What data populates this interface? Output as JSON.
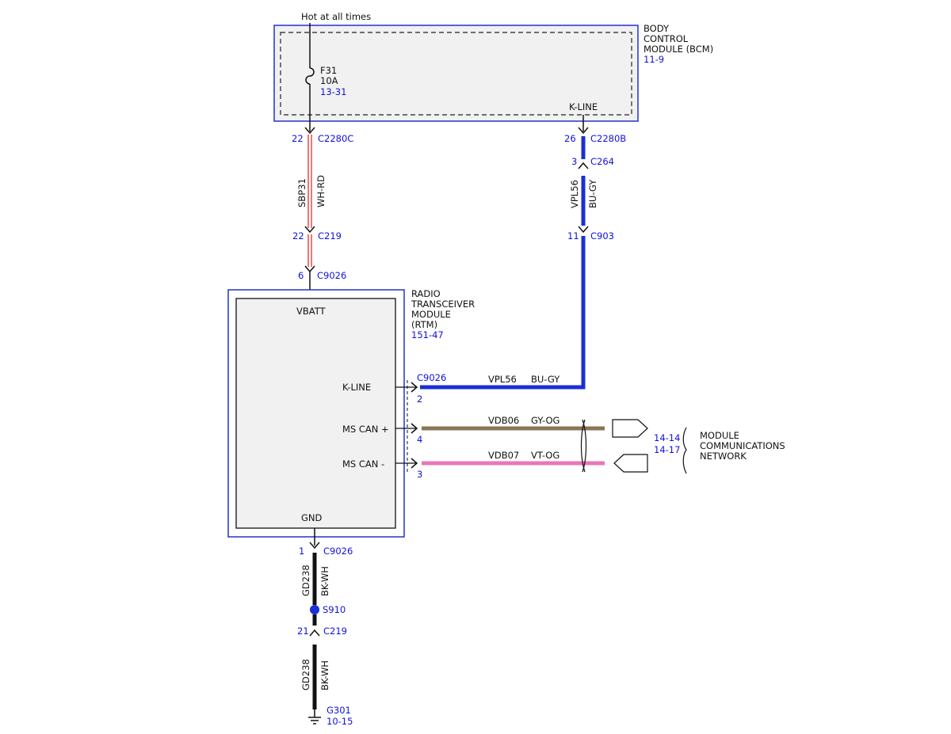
{
  "colors": {
    "blue": "#1111dd",
    "wire_blue": "#1a2fd6",
    "wire_red": "#e02020",
    "wire_brown": "#8a7557",
    "wire_pink": "#e878b8",
    "wire_black": "#111111",
    "module_fill": "#f1f1f1",
    "module_border_blue": "#2233cc"
  },
  "icons": [
    "fuse-icon",
    "connector-arrow-icon",
    "splice-dot-icon",
    "ground-icon",
    "twisted-pair-icon",
    "network-bracket-icon"
  ],
  "top_label": "Hot at all times",
  "bcm": {
    "lines": [
      "BODY",
      "CONTROL",
      "MODULE (BCM)"
    ],
    "ref": "11-9",
    "kline": "K-LINE"
  },
  "fuse": {
    "name": "F31",
    "rating": "10A",
    "ref": "13-31"
  },
  "connectors": {
    "c2280c": {
      "pin": "22",
      "name": "C2280C"
    },
    "c219_top": {
      "pin": "22",
      "name": "C219"
    },
    "c9026_vbatt": {
      "pin": "6",
      "name": "C9026"
    },
    "c2280b": {
      "pin": "26",
      "name": "C2280B"
    },
    "c264": {
      "pin": "3",
      "name": "C264"
    },
    "c903": {
      "pin": "11",
      "name": "C903"
    },
    "c9026_rtm": {
      "name": "C9026",
      "pin_kline": "2",
      "pin_can_plus": "4",
      "pin_can_minus": "3"
    },
    "c9026_gnd": {
      "pin": "1",
      "name": "C9026"
    },
    "c219_bottom": {
      "pin": "21",
      "name": "C219"
    }
  },
  "wires": {
    "sbp31": {
      "circuit": "SBP31",
      "color": "WH-RD"
    },
    "vpl56_vert": {
      "circuit": "VPL56",
      "color": "BU-GY"
    },
    "vpl56_horiz": {
      "circuit": "VPL56",
      "color": "BU-GY"
    },
    "vdb06": {
      "circuit": "VDB06",
      "color": "GY-OG"
    },
    "vdb07": {
      "circuit": "VDB07",
      "color": "VT-OG"
    },
    "gd238_upper": {
      "circuit": "GD238",
      "color": "BK-WH"
    },
    "gd238_lower": {
      "circuit": "GD238",
      "color": "BK-WH"
    }
  },
  "rtm": {
    "lines": [
      "RADIO",
      "TRANSCEIVER",
      "MODULE",
      "(RTM)"
    ],
    "ref": "151-47",
    "pins": {
      "vbatt": "VBATT",
      "kline": "K-LINE",
      "can_plus": "MS CAN +",
      "can_minus": "MS CAN -",
      "gnd": "GND"
    }
  },
  "network": {
    "refs": [
      "14-14",
      "14-17"
    ],
    "lines": [
      "MODULE",
      "COMMUNICATIONS",
      "NETWORK"
    ]
  },
  "splice": {
    "name": "S910"
  },
  "ground": {
    "name": "G301",
    "ref": "10-15"
  }
}
